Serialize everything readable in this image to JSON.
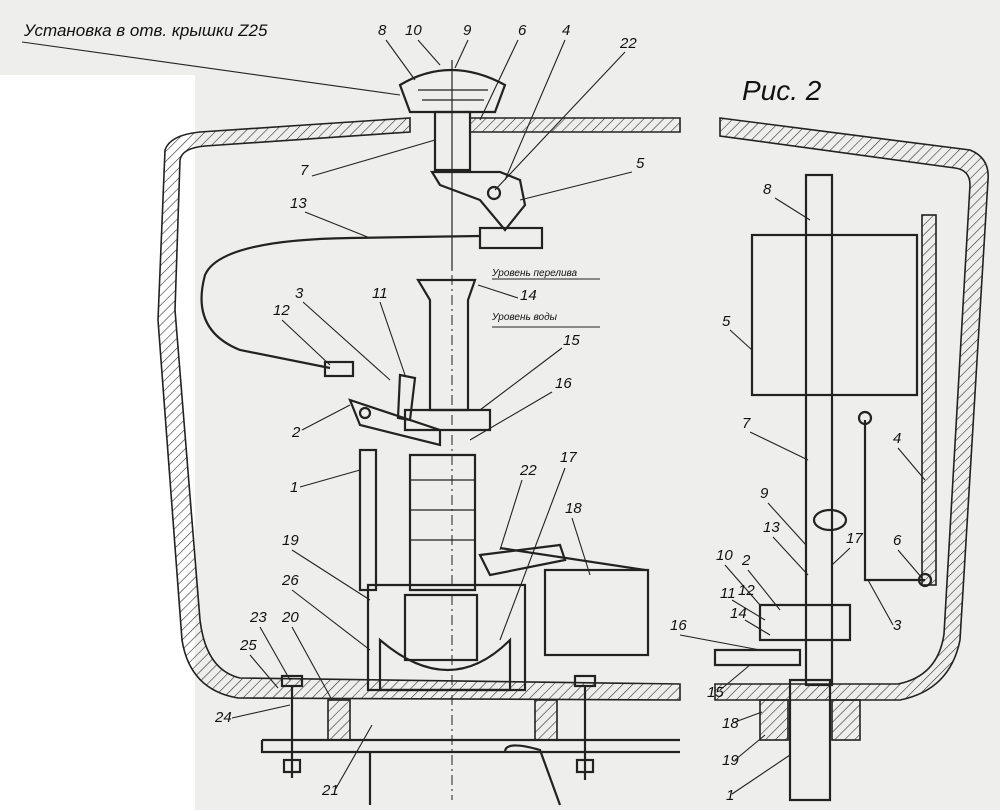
{
  "title": "Установка в отв. крышки Z25",
  "figure_label": "Рис. 2",
  "level_labels": {
    "overflow": "Уровень перелива",
    "water": "Уровень воды"
  },
  "left_callouts": [
    "1",
    "2",
    "3",
    "4",
    "5",
    "6",
    "7",
    "8",
    "9",
    "10",
    "11",
    "12",
    "13",
    "14",
    "15",
    "16",
    "17",
    "18",
    "19",
    "20",
    "21",
    "22",
    "22",
    "23",
    "24",
    "25",
    "26"
  ],
  "right_callouts": [
    "1",
    "2",
    "3",
    "4",
    "5",
    "6",
    "7",
    "8",
    "9",
    "10",
    "11",
    "12",
    "13",
    "14",
    "15",
    "16",
    "17",
    "18",
    "19"
  ],
  "colors": {
    "paper": "#eeeeec",
    "ink": "#222222"
  }
}
